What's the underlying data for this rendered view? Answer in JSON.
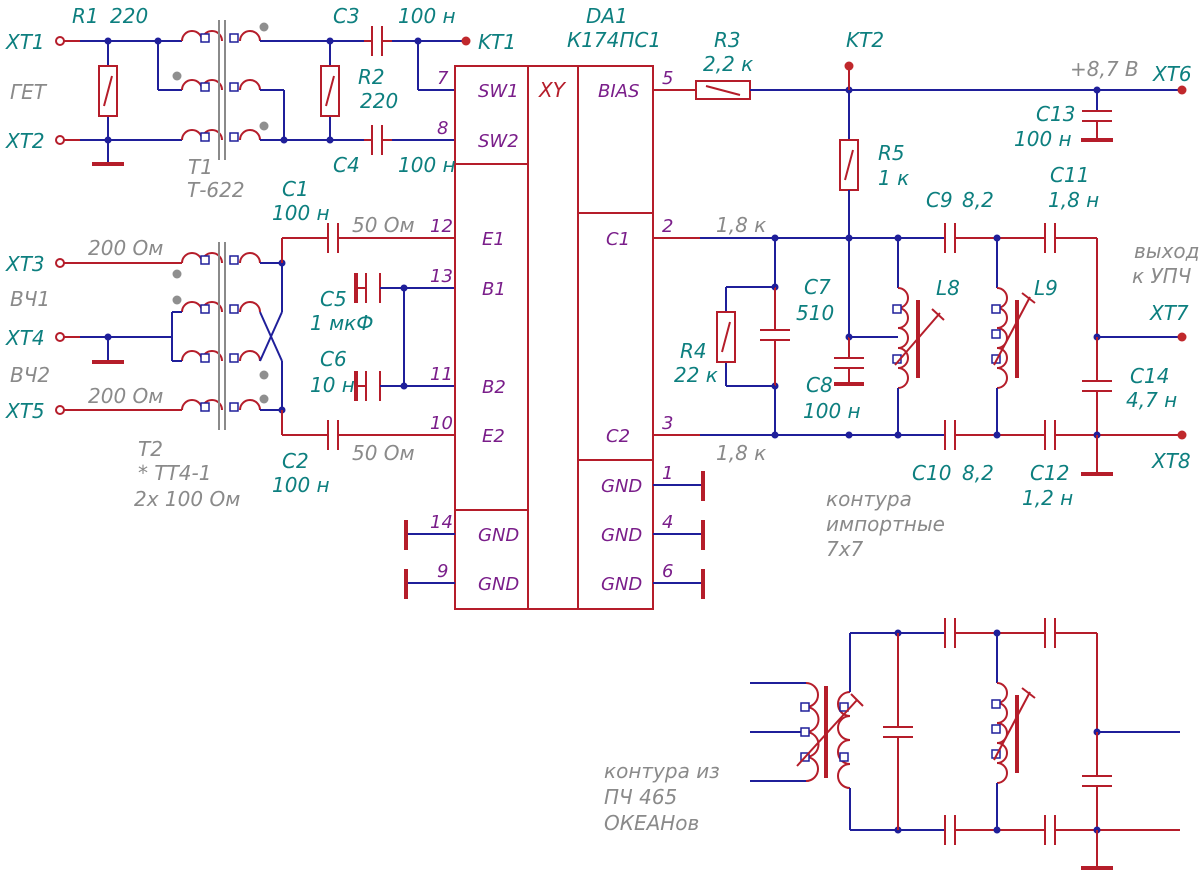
{
  "connectors": {
    "xt1": "XT1",
    "xt2": "XT2",
    "xt3": "XT3",
    "xt4": "XT4",
    "xt5": "XT5",
    "xt6": "XT6",
    "xt7": "XT7",
    "xt8": "XT8",
    "kt1": "KT1",
    "kt2": "KT2"
  },
  "signals": {
    "get": "ГЕТ",
    "vch1": "ВЧ1",
    "vch2": "ВЧ2",
    "supply": "+8,7 В",
    "output_line1": "выход",
    "output_line2": "к УПЧ"
  },
  "components": {
    "r1": {
      "ref": "R1",
      "value": "220"
    },
    "r2": {
      "ref": "R2",
      "value": "220"
    },
    "r3": {
      "ref": "R3",
      "value": "2,2 к"
    },
    "r4": {
      "ref": "R4",
      "value": "22 к"
    },
    "r5": {
      "ref": "R5",
      "value": "1 к"
    },
    "c1": {
      "ref": "C1",
      "value": "100 н"
    },
    "c2": {
      "ref": "C2",
      "value": "100 н"
    },
    "c3": {
      "ref": "C3",
      "value": "100 н"
    },
    "c4": {
      "ref": "C4",
      "value": "100 н"
    },
    "c5": {
      "ref": "C5",
      "value": "1 мкФ"
    },
    "c6": {
      "ref": "C6",
      "value": "10 н"
    },
    "c7": {
      "ref": "C7",
      "value": "510"
    },
    "c8": {
      "ref": "C8",
      "value": "100 н"
    },
    "c9": {
      "ref": "C9",
      "value": "8,2"
    },
    "c10": {
      "ref": "C10",
      "value": "8,2"
    },
    "c11": {
      "ref": "C11",
      "value": "1,8 н"
    },
    "c12": {
      "ref": "C12",
      "value": "1,2 н"
    },
    "c13": {
      "ref": "C13",
      "value": "100 н"
    },
    "c14": {
      "ref": "C14",
      "value": "4,7 н"
    },
    "l8": {
      "ref": "L8"
    },
    "l9": {
      "ref": "L9"
    },
    "t1": {
      "ref": "T1",
      "value": "Т-622"
    },
    "t2": {
      "ref": "T2",
      "value": "* ТТ4-1",
      "note": "2х 100 Ом"
    }
  },
  "impedances": {
    "in200a": "200 Ом",
    "in200b": "200 Ом",
    "out50a": "50 Ом",
    "out50b": "50 Ом",
    "load1": "1,8 к",
    "load2": "1,8 к"
  },
  "chip": {
    "ref": "DA1",
    "part": "К174ПС1",
    "core": "XY",
    "pins_left": [
      {
        "num": "7",
        "name": "SW1"
      },
      {
        "num": "8",
        "name": "SW2"
      },
      {
        "num": "12",
        "name": "E1"
      },
      {
        "num": "13",
        "name": "B1"
      },
      {
        "num": "11",
        "name": "B2"
      },
      {
        "num": "10",
        "name": "E2"
      },
      {
        "num": "14",
        "name": "GND"
      },
      {
        "num": "9",
        "name": "GND"
      }
    ],
    "pins_right": [
      {
        "num": "5",
        "name": "BIAS"
      },
      {
        "num": "2",
        "name": "C1"
      },
      {
        "num": "3",
        "name": "C2"
      },
      {
        "num": "1",
        "name": "GND"
      },
      {
        "num": "4",
        "name": "GND"
      },
      {
        "num": "6",
        "name": "GND"
      }
    ]
  },
  "notes": {
    "import_line1": "контура",
    "import_line2": "импортные",
    "import_line3": "7х7",
    "okean_line1": "контура из",
    "okean_line2": "ПЧ 465",
    "okean_line3": "ОКЕАНов"
  }
}
